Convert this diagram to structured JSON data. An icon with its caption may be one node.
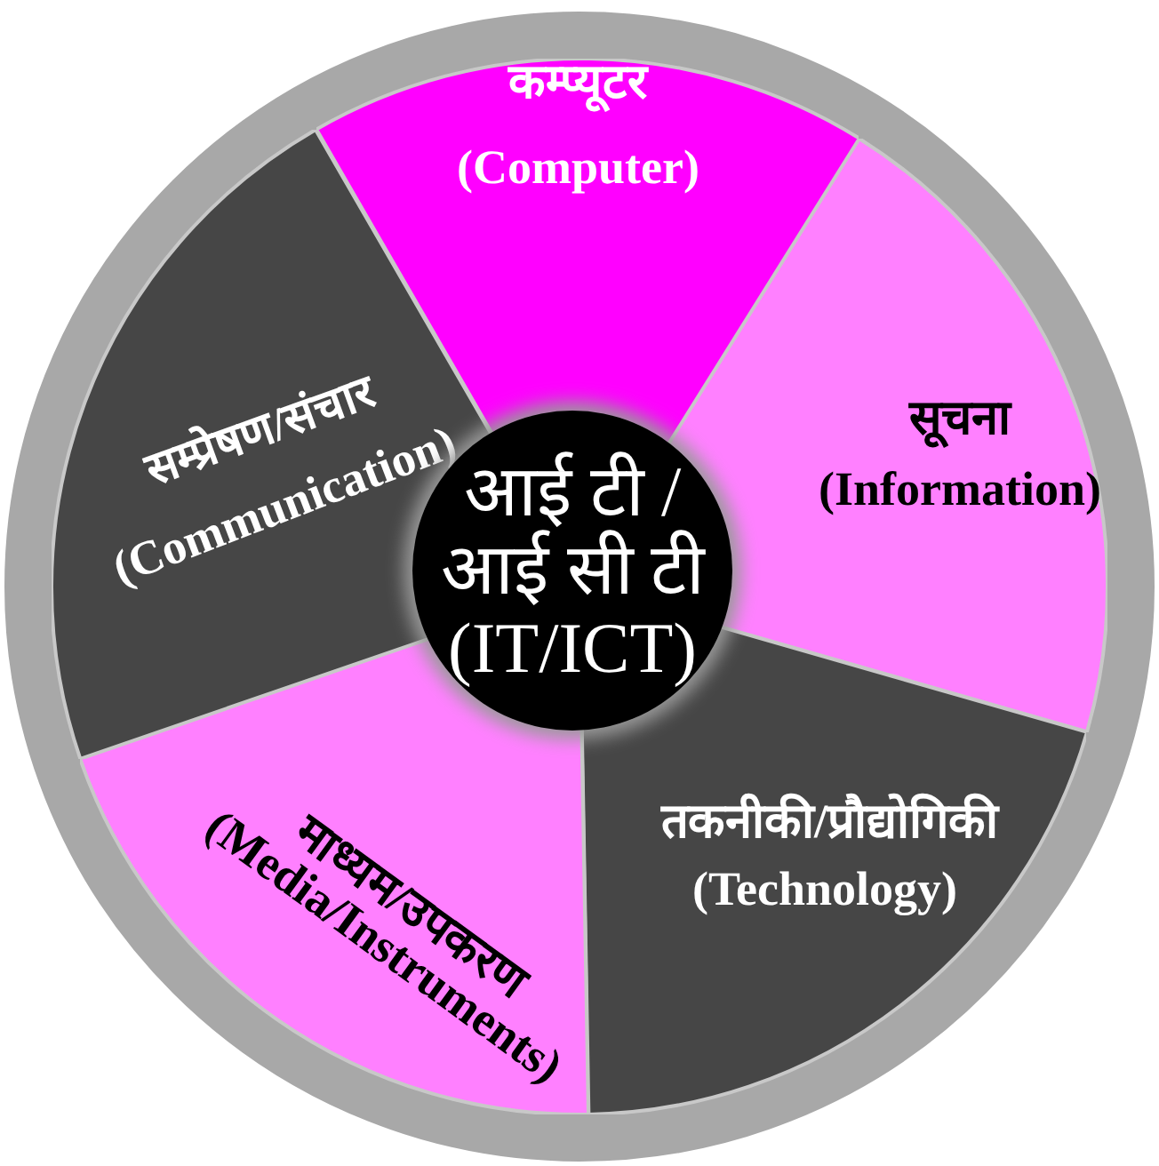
{
  "diagram": {
    "nodes": [
      {
        "text": [
          "कम्प्यूटर",
          "(Computer)"
        ]
      },
      {
        "text": [
          "सूचना",
          "(Information)"
        ]
      },
      {
        "text": [
          "तकनीकी/प्रौद्योगिकी",
          "(Technology)"
        ]
      },
      {
        "text": [
          "माध्यम/उपकरण",
          "(Media/Instruments)"
        ]
      },
      {
        "text": [
          "सम्प्रेषण/संचार",
          "(Communication)"
        ]
      },
      {
        "text": [
          "आई टी / आई सी टी",
          "(IT/ICT)"
        ]
      }
    ]
  }
}
